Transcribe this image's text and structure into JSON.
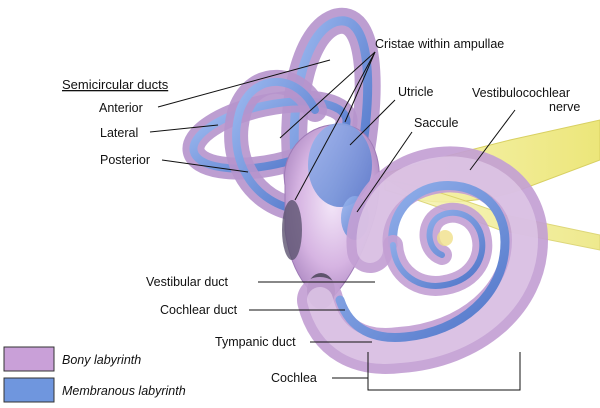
{
  "labels": {
    "cristae": "Cristae within ampullae",
    "semicircular_ducts": "Semicircular ducts",
    "anterior": "Anterior",
    "lateral": "Lateral",
    "posterior": "Posterior",
    "utricle": "Utricle",
    "saccule": "Saccule",
    "nerve_line1": "Vestibulocochlear",
    "nerve_line2": "nerve",
    "vestibular_duct": "Vestibular duct",
    "cochlear_duct": "Cochlear duct",
    "tympanic_duct": "Tympanic duct",
    "cochlea": "Cochlea"
  },
  "legend": [
    {
      "label": "Bony labyrinth",
      "color": "#c9a0d8"
    },
    {
      "label": "Membranous labyrinth",
      "color": "#6f96de"
    }
  ],
  "colors": {
    "bony": "#c9a0d8",
    "membranous": "#6f96de",
    "nerve": "#f2ee8c"
  }
}
